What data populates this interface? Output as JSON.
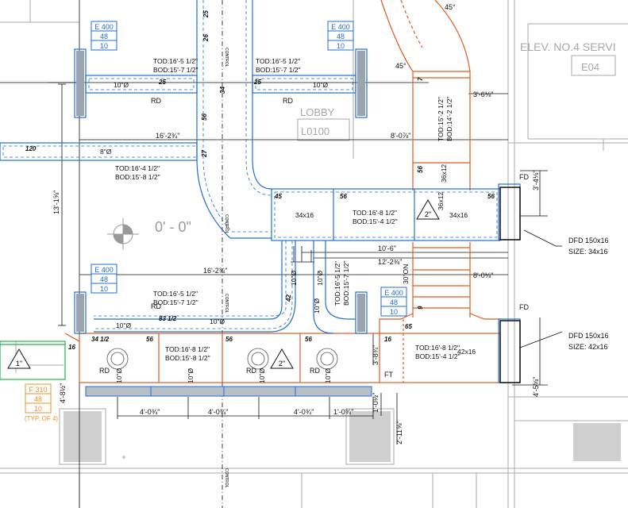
{
  "colors": {
    "supply_duct": "#1f6fd6",
    "exhaust_duct": "#e05a1e",
    "fire_tag": "#f0902a",
    "existing": "#a8a8a8",
    "dims": "#111111",
    "ref_green": "#22b34a"
  },
  "rooms": {
    "lobby_name": "LOBBY",
    "lobby_num": "L0100",
    "elev_name": "ELEV. NO.4 SERVI",
    "elev_num": "E04"
  },
  "datum": "0' - 0\"",
  "angles": {
    "a1": "45°",
    "a2": "45°"
  },
  "tags": {
    "e1": {
      "code": "E 400",
      "l2": "48",
      "l3": "10"
    },
    "e2": {
      "code": "E 400",
      "l2": "48",
      "l3": "10"
    },
    "e3": {
      "code": "E 400",
      "l2": "48",
      "l3": "10"
    },
    "e4": {
      "code": "E 400",
      "l2": "48",
      "l3": "10"
    },
    "f1": {
      "code": "F 310",
      "l2": "48",
      "l3": "10",
      "note": "(TYP. OF 4)"
    }
  },
  "triangles": {
    "t1": "2\"",
    "t2": "2\"",
    "t3": "1\""
  },
  "elevations": {
    "a": {
      "tod": "TOD:16'-5 1/2\"",
      "bod": "BOD:15'-7 1/2\""
    },
    "b": {
      "tod": "TOD:16'-5 1/2\"",
      "bod": "BOD:15'-7 1/2\""
    },
    "c": {
      "tod": "TOD:16'-4 1/2\"",
      "bod": "BOD:15'-8 1/2\""
    },
    "d": {
      "tod": "TOD:16'-8 1/2\"",
      "bod": "BOD:15'-4 1/2\""
    },
    "e": {
      "tod": "TOD:15'-2 1/2\"",
      "bod": "BOD:14'-2 1/2\""
    },
    "f": {
      "tod": "TOD:16'-5 1/2\"",
      "bod": "BOD:15'-7 1/2\""
    },
    "g": {
      "tod": "TOD:16'-8 1/2\"",
      "bod": "BOD:15'-8 1/2\""
    },
    "h": {
      "tod": "TOD:16'-5 1/2\"",
      "bod": "BOD:15'-7 1/2\""
    },
    "i": {
      "tod": "TOD:16'-8 1/2\"",
      "bod": "BOD:15'-4 1/2\""
    }
  },
  "duct_sizes": {
    "s34x16a": "34x16",
    "s34x16b": "34x16",
    "s36x12a": "36x12",
    "s36x12b": "36x12",
    "s42x16": "42x16",
    "d10a": "10\"Ø",
    "d10b": "10\"Ø",
    "d8": "8\"Ø",
    "d10c": "10\"Ø",
    "d10d": "10\"Ø",
    "d10e": "10\"Ø",
    "d10f": "10\"Ø",
    "d10g": "10\"Ø",
    "d10h": "10\"Ø",
    "d10v1": "10\"Ø",
    "d10v2": "10\"Ø",
    "d10v3": "10\"Ø",
    "d30": "30\"ON"
  },
  "nums": [
    "25",
    "26",
    "34",
    "56",
    "27",
    "45",
    "56",
    "56",
    "25",
    "25",
    "120",
    "42",
    "83 1/2",
    "34 1/2",
    "56",
    "56",
    "56",
    "65",
    "16",
    "9",
    "7",
    "56",
    "16"
  ],
  "dims": {
    "x1": "16'-2¾\"",
    "x2": "8'-0⅞\"",
    "x3": "3'-6⅛\"",
    "x4": "13'-1⅝\"",
    "x5": "10'-6\"",
    "x6": "12'-2⅜\"",
    "x7": "16'-2¾\"",
    "x8": "8'-0⅛\"",
    "x9": "4'-0¾\"",
    "x10": "4'-0¾\"",
    "x11": "4'-0¾\"",
    "x12": "1'-0¾\"",
    "x13": "1'-0½\"",
    "x14": "2'-11⅝\"",
    "x15": "4'-5⅝\"",
    "x16": "3'-4⅛\"",
    "x17": "3'-8¾\"",
    "x18": "4'-8½\""
  },
  "labels": {
    "rd1": "RD",
    "rd2": "RD",
    "rd3": "RD",
    "rd4": "RD",
    "rd5": "RD",
    "rd6": "RD",
    "fd1": "FD",
    "fd2": "FD",
    "ft": "FT",
    "ctrl": "CONTROL",
    "dfd1a": "DFD 150x16",
    "dfd1b": "SIZE: 34x16",
    "dfd2a": "DFD 150x16",
    "dfd2b": "SIZE: 42x16"
  }
}
